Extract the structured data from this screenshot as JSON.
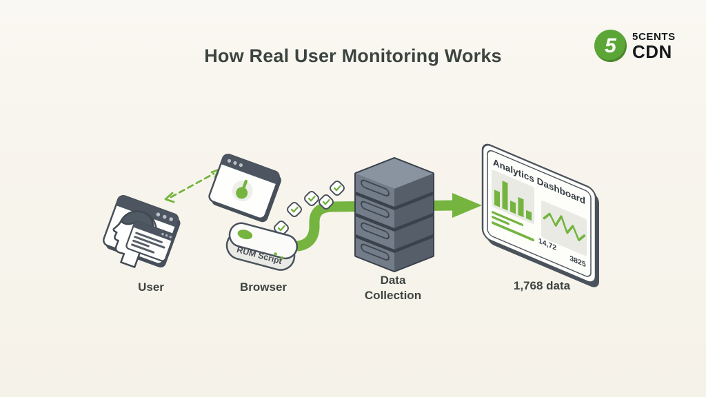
{
  "title": "How Real User Monitoring Works",
  "logo": {
    "badge_digit": "5",
    "brand_top": "5CENTS",
    "brand_bottom": "CDN"
  },
  "flow": {
    "user": {
      "label": "User"
    },
    "browser": {
      "label": "Browser",
      "script_chip": "RUM Script"
    },
    "data_collection": {
      "label_line1": "Data",
      "label_line2": "Collection"
    },
    "dashboard": {
      "caption": "1,768 data",
      "screen_title": "Analytics Dashboard",
      "stat_left": "14,72",
      "stat_right": "3825",
      "bar_values": [
        22,
        40,
        16,
        26,
        12
      ],
      "line_values": [
        5,
        8,
        4,
        9,
        3,
        7,
        2,
        5
      ]
    }
  },
  "colors": {
    "background": "#F8F5EE",
    "ink": "#3C4440",
    "accent_green": "#74B43F",
    "slate_dark": "#4A525C",
    "slate_mid": "#737D89",
    "slate_deep": "#565E6A"
  }
}
